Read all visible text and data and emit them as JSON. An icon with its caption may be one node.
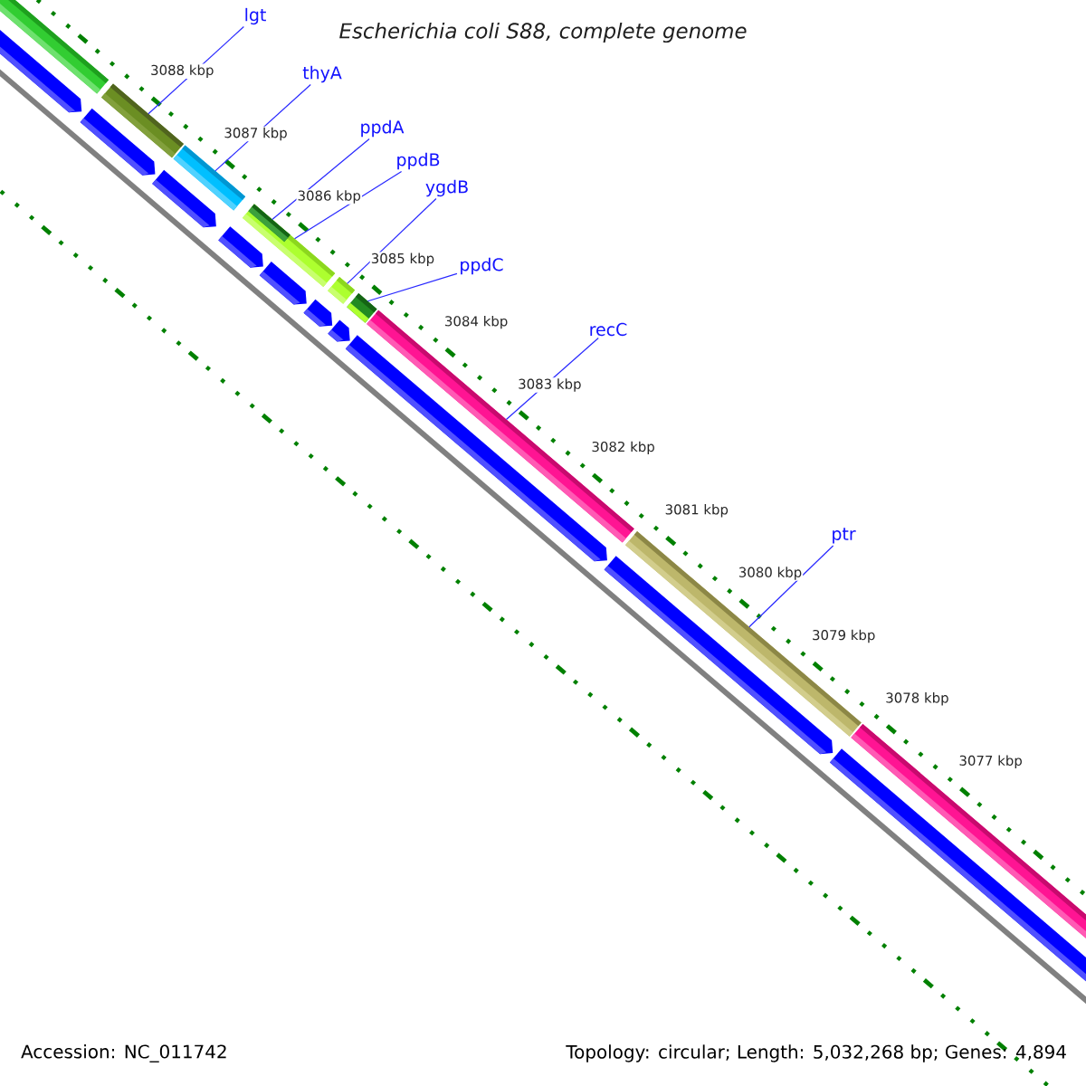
{
  "diagram": {
    "title": "Escherichia coli S88, complete genome",
    "nodes": [
      {
        "text": [
          "lgt"
        ]
      },
      {
        "text": [
          "thyA"
        ]
      },
      {
        "text": [
          "ppdA"
        ]
      },
      {
        "text": [
          "ppdB"
        ]
      },
      {
        "text": [
          "ygdB"
        ]
      },
      {
        "text": [
          "ppdC"
        ]
      },
      {
        "text": [
          "recC"
        ]
      },
      {
        "text": [
          "ptr"
        ]
      },
      {
        "text": [],
        "shape": "bar"
      },
      {
        "text": [],
        "shape": "bar"
      },
      {
        "text": [],
        "shape": "bar"
      },
      {
        "text": [],
        "shape": "bar",
        "in": 10
      },
      {
        "text": [],
        "shape": "bar"
      },
      {
        "text": [],
        "shape": "bar"
      },
      {
        "text": [],
        "shape": "bar"
      },
      {
        "text": [],
        "shape": "bar"
      }
    ],
    "edges": [
      {
        "from": 0,
        "to": 8,
        "arrow": "none"
      },
      {
        "from": 1,
        "to": 9,
        "arrow": "none"
      },
      {
        "from": 2,
        "to": 11,
        "arrow": "none"
      },
      {
        "from": 3,
        "to": 10,
        "arrow": "none"
      },
      {
        "from": 4,
        "to": 12,
        "arrow": "none"
      },
      {
        "from": 5,
        "to": 13,
        "arrow": "none"
      },
      {
        "from": 6,
        "to": 14,
        "arrow": "none"
      },
      {
        "from": 7,
        "to": 15,
        "arrow": "none"
      }
    ],
    "labels": [
      "3088 kbp",
      "3087 kbp",
      "3086 kbp",
      "3085 kbp",
      "3084 kbp",
      "3083 kbp",
      "3082 kbp",
      "3081 kbp",
      "3080 kbp",
      "3079 kbp",
      "3078 kbp",
      "3077 kbp",
      "Accession: NC_011742",
      "Topology: circular; Length: 5,032,268 bp; Genes: 4,894"
    ]
  }
}
